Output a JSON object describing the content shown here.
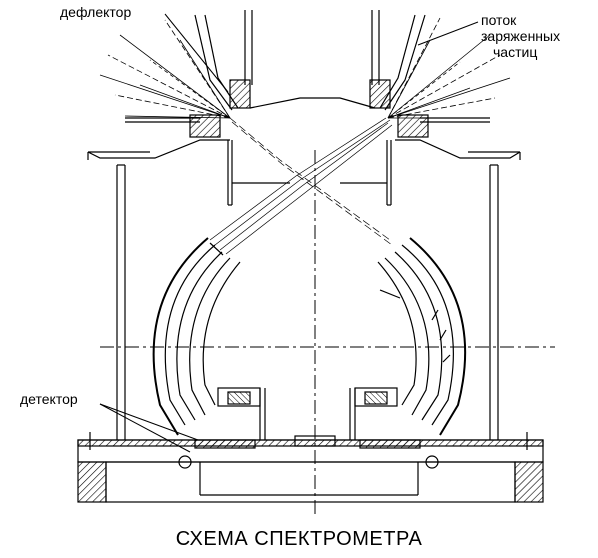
{
  "labels": {
    "deflector": "дефлектор",
    "particle_flow_line1": "поток",
    "particle_flow_line2": "заряженных",
    "particle_flow_line3": "частиц",
    "detector": "детектор"
  },
  "caption": "СХЕМА СПЕКТРОМЕТРА",
  "colors": {
    "ink": "#000000",
    "paper": "#ffffff"
  }
}
